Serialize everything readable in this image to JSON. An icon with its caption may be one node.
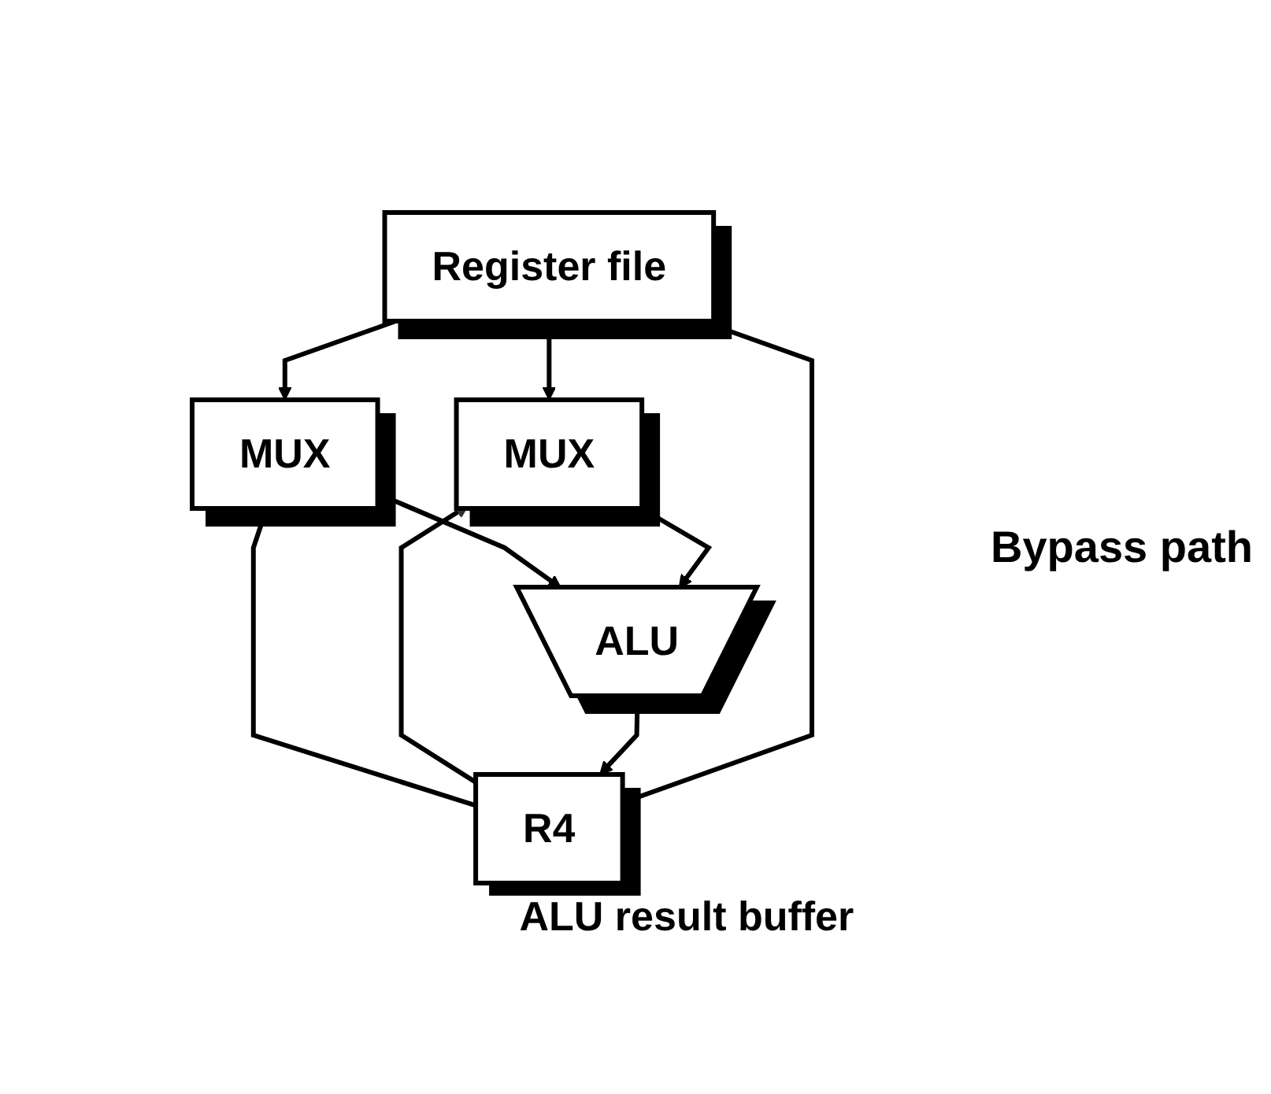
{
  "diagram": {
    "nodes": [
      {
        "text": [
          "Register file"
        ]
      },
      {
        "text": [
          "MUX"
        ]
      },
      {
        "text": [
          "MUX"
        ]
      },
      {
        "text": [
          "ALU"
        ]
      },
      {
        "text": [
          "R4"
        ],
        "beside": [
          "ALU result buffer"
        ]
      }
    ],
    "edges": [
      {
        "from": 0,
        "to": 1,
        "arrow": "to"
      },
      {
        "from": 0,
        "to": 2,
        "arrow": "to"
      },
      {
        "from": 4,
        "to": 1,
        "arrow": "to"
      },
      {
        "from": 4,
        "to": 2,
        "arrow": "to"
      },
      {
        "from": 1,
        "to": 3,
        "arrow": "to"
      },
      {
        "from": 2,
        "to": 3,
        "arrow": "to"
      },
      {
        "from": 3,
        "to": 4,
        "arrow": "to"
      },
      {
        "from": 4,
        "to": 0,
        "arrow": "none"
      }
    ],
    "labels": [
      "Bypass path"
    ]
  }
}
